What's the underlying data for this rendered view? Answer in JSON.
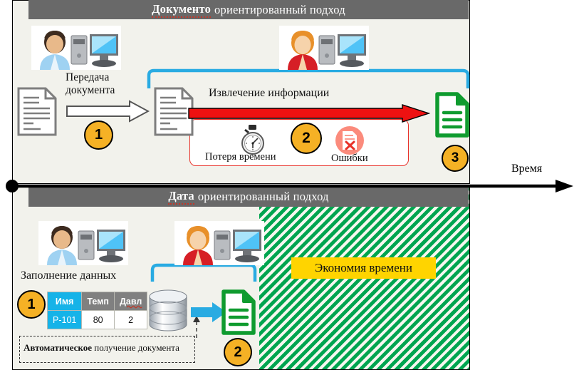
{
  "timeline": {
    "label": "Время",
    "icon": "timeline-arrow-icon"
  },
  "top_section": {
    "header": {
      "emphasis": "Документо",
      "rest": "ориентированный подход"
    },
    "actors": [
      {
        "name": "male-user-workstation-icon"
      },
      {
        "name": "female-user-workstation-icon"
      }
    ],
    "transfer_label_line1": "Передача",
    "transfer_label_line2": "документа",
    "extraction_label": "Извлечение информации",
    "problems": {
      "time_loss_label": "Потеря  времени",
      "time_loss_icon": "stopwatch-icon",
      "errors_label": "Ошибки",
      "errors_icon": "document-error-icon"
    },
    "badges": [
      "1",
      "2",
      "3"
    ],
    "documents": [
      {
        "name": "source-document-icon"
      },
      {
        "name": "received-document-icon"
      },
      {
        "name": "result-document-green-icon"
      }
    ]
  },
  "bottom_section": {
    "header": {
      "emphasis": "Дата",
      "rest": "ориентированный подход"
    },
    "actors": [
      {
        "name": "male-user-workstation-icon"
      },
      {
        "name": "female-user-workstation-icon"
      }
    ],
    "fill_data_label": "Заполнение данных",
    "table": {
      "columns": [
        "Имя",
        "Темп",
        "Давл"
      ],
      "rows": [
        [
          "P-101",
          "80",
          "2"
        ]
      ]
    },
    "database_icon": "database-cylinder-icon",
    "result_document_icon": "result-document-green-icon",
    "auto_label": {
      "emphasis": "Автоматическое",
      "rest": " получение документа"
    },
    "badges": [
      "1",
      "2"
    ],
    "savings_label": "Экономия времени"
  },
  "colors": {
    "panel_bg": "#f2f2ec",
    "header_bar": "#696969",
    "hatch_green": "#00a550",
    "badge_yellow": "#f5b125",
    "savings_yellow": "#ffd400",
    "red_arrow": "#ee1111",
    "blue_bracket": "#29abe2",
    "green_doc": "#0f9b2f",
    "table_key": "#16b3e8"
  }
}
